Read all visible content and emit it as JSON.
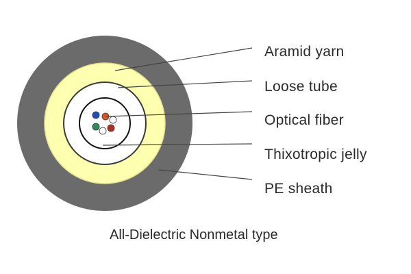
{
  "labels": {
    "aramid_yarn": "Aramid yarn",
    "loose_tube": "Loose tube",
    "optical_fiber": "Optical fiber",
    "thixotropic_jelly": "Thixotropic jelly",
    "pe_sheath": "PE sheath"
  },
  "caption": "All-Dielectric Nonmetal type",
  "colors": {
    "pe_sheath": "#6b6b6b",
    "aramid_yarn": "#ffffb0",
    "aramid_yarn_outline": "#e6e38c",
    "loose_tube": "#ffffff",
    "jelly": "#ffffff",
    "leader_line": "#444444",
    "fiber_colors": [
      "#1f4fbf",
      "#e0522a",
      "#ffffff",
      "#2e8b5b",
      "#ffffff",
      "#b3311c"
    ]
  }
}
